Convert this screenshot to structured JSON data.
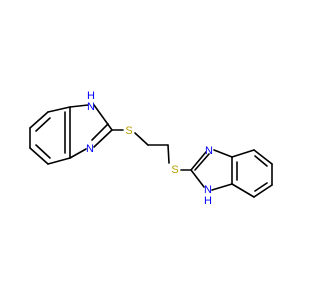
{
  "molecule": {
    "atoms": [
      {
        "id": "s1",
        "symbol": "S"
      },
      {
        "id": "s2",
        "symbol": "S"
      },
      {
        "id": "n1_top",
        "symbol": "H"
      },
      {
        "id": "n1_bottom",
        "symbol": "N"
      },
      {
        "id": "n2_top",
        "symbol": "N"
      },
      {
        "id": "n2_bottom",
        "symbol": "H"
      },
      {
        "id": "n2_h",
        "symbol": "H"
      },
      {
        "id": "n1_h",
        "symbol": "H"
      }
    ],
    "labels": {
      "s1": "S",
      "s2": "S",
      "n_upper_left": "N",
      "h_upper_left": "H",
      "n_lower_left": "N",
      "n_upper_right": "N",
      "n_lower_right": "N",
      "h_lower_right": "H"
    }
  },
  "colors": {
    "bond": "#000000",
    "sulfur": "#b8a000",
    "nitrogen": "#0000ff",
    "background": "#ffffff"
  }
}
